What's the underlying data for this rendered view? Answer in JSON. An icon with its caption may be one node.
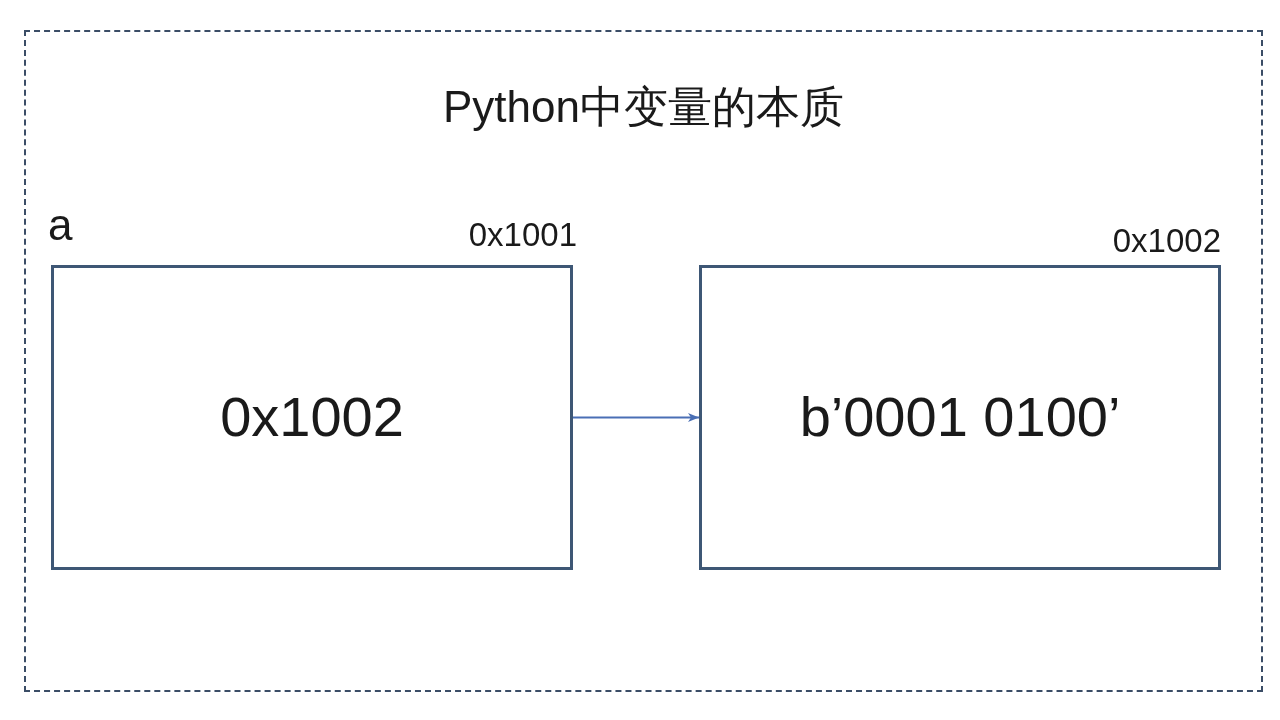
{
  "diagram": {
    "nodes": [
      {
        "text": [
          "Python中变量的本质"
        ]
      },
      {
        "text": [
          "0x1002"
        ],
        "beside": [
          "a",
          "0x1001"
        ],
        "in": 0
      },
      {
        "text": [
          "b’0001 0100’"
        ],
        "beside": [
          "0x1002"
        ],
        "in": 0
      }
    ],
    "edges": [
      {
        "from": 1,
        "to": 2,
        "arrow": "to"
      }
    ]
  }
}
